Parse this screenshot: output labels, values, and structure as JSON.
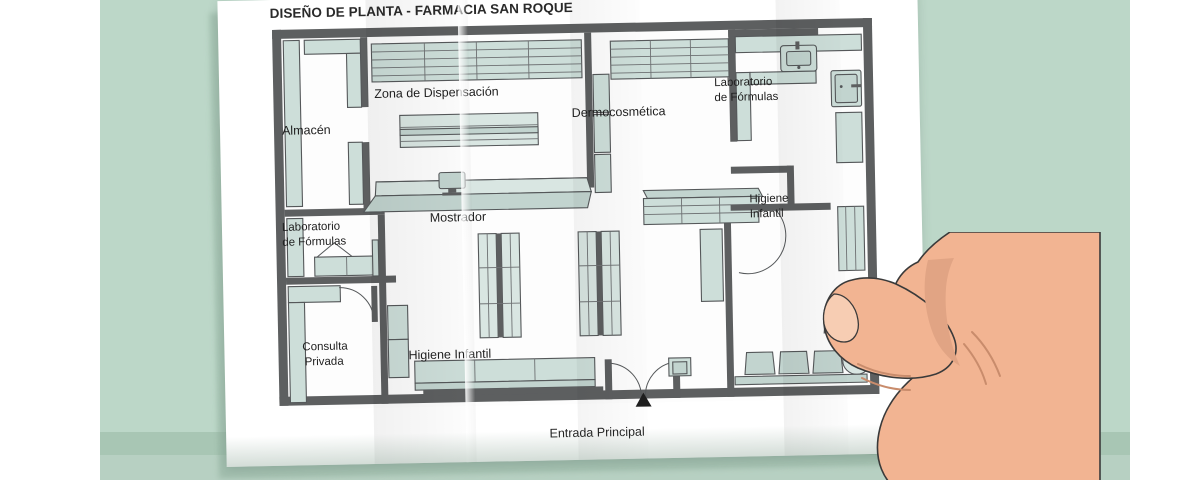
{
  "scene": {
    "description": "illustration of a hand holding a folded paper floor plan",
    "background_color": "#bcd7c8",
    "paper_color": "#ffffff",
    "floor_color": "#a8c6b4",
    "skin_color": "#f0b391",
    "wall_color": "#5d5f60",
    "fill_color": "#cdded9",
    "ink_color": "#1e1e1e"
  },
  "document": {
    "title": "DISEÑO DE PLANTA - FARMACIA SAN ROQUE",
    "entrance_label": "Entrada Principal",
    "entrance_marker": "triangle-up-icon"
  },
  "rooms": [
    {
      "id": "almacen",
      "label": "Almacén",
      "label_lines": [
        "Almacén"
      ]
    },
    {
      "id": "zona-dispensacion",
      "label": "Zona de Dispensación",
      "label_lines": [
        "Zona de Dispensación"
      ]
    },
    {
      "id": "dermocosmetica",
      "label": "Dermocosmética",
      "label_lines": [
        "Dermocosmética"
      ]
    },
    {
      "id": "laboratorio-formulas-superior",
      "label": "Laboratorio de Fórmulas",
      "label_lines": [
        "Laboratorio",
        "de Fórmulas"
      ]
    },
    {
      "id": "mostrador",
      "label": "Mostrador",
      "label_lines": [
        "Mostrador"
      ]
    },
    {
      "id": "laboratorio-formulas-izquierda",
      "label": "Laboratorio de Fórmulas",
      "label_lines": [
        "Laboratorio",
        "de Fórmulas"
      ]
    },
    {
      "id": "higiene-infantil-derecha",
      "label": "Higiene Infantil",
      "label_lines": [
        "Higiene",
        "Infantil"
      ]
    },
    {
      "id": "consulta-privada",
      "label": "Consulta Privada",
      "label_lines": [
        "Consulta",
        "Privada"
      ]
    },
    {
      "id": "higiene-infantil-inferior",
      "label": "Higiene Infantil",
      "label_lines": [
        "Higiene Infantil"
      ]
    }
  ],
  "labels": {
    "almacen": "Almacén",
    "zona_dispensacion": "Zona de Dispensación",
    "dermocosmetica": "Dermocosmética",
    "lab_top_1": "Laboratorio",
    "lab_top_2": "de Fórmulas",
    "mostrador": "Mostrador",
    "lab_left_1": "Laboratorio",
    "lab_left_2": "de Fórmulas",
    "higiene_right_1": "Higiene",
    "higiene_right_2": "Infantil",
    "consulta_1": "Consulta",
    "consulta_2": "Privada",
    "higiene_bottom": "Higiene Infantil",
    "entrada": "Entrada Principal"
  },
  "fixtures": [
    {
      "name": "shelving-unit",
      "count": 14,
      "room": "multiple"
    },
    {
      "name": "counter",
      "count": 1,
      "room": "mostrador"
    },
    {
      "name": "monitor",
      "count": 1,
      "room": "mostrador"
    },
    {
      "name": "sink",
      "count": 1,
      "room": "laboratorio-formulas-superior"
    },
    {
      "name": "door-swing",
      "count": 5
    },
    {
      "name": "double-door",
      "count": 1,
      "room": "entrada-principal"
    },
    {
      "name": "chair",
      "count": 4,
      "room": "higiene-infantil-derecha"
    },
    {
      "name": "round-table",
      "count": 1,
      "room": "higiene-infantil-derecha"
    },
    {
      "name": "display-gondola",
      "count": 2,
      "room": "mostrador"
    }
  ]
}
